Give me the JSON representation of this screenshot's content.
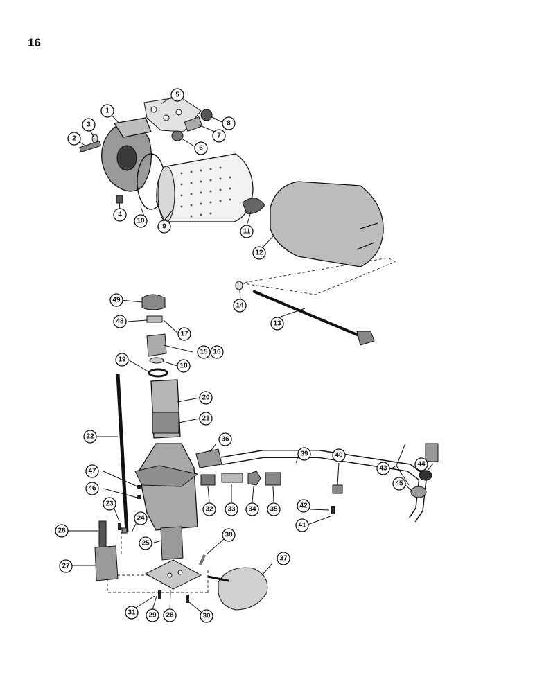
{
  "page": {
    "number": "16"
  },
  "callouts": [
    {
      "id": "c1",
      "label": "1"
    },
    {
      "id": "c2",
      "label": "2"
    },
    {
      "id": "c3",
      "label": "3"
    },
    {
      "id": "c4",
      "label": "4"
    },
    {
      "id": "c5",
      "label": "5"
    },
    {
      "id": "c6",
      "label": "6"
    },
    {
      "id": "c7",
      "label": "7"
    },
    {
      "id": "c8",
      "label": "8"
    },
    {
      "id": "c9",
      "label": "9"
    },
    {
      "id": "c10",
      "label": "10"
    },
    {
      "id": "c11",
      "label": "11"
    },
    {
      "id": "c12",
      "label": "12"
    },
    {
      "id": "c13",
      "label": "13"
    },
    {
      "id": "c14",
      "label": "14"
    },
    {
      "id": "c15",
      "label": "15"
    },
    {
      "id": "c16",
      "label": "16"
    },
    {
      "id": "c17",
      "label": "17"
    },
    {
      "id": "c18",
      "label": "18"
    },
    {
      "id": "c19",
      "label": "19"
    },
    {
      "id": "c20",
      "label": "20"
    },
    {
      "id": "c21",
      "label": "21"
    },
    {
      "id": "c22",
      "label": "22"
    },
    {
      "id": "c23",
      "label": "23"
    },
    {
      "id": "c24",
      "label": "24"
    },
    {
      "id": "c25",
      "label": "25"
    },
    {
      "id": "c26",
      "label": "26"
    },
    {
      "id": "c27",
      "label": "27"
    },
    {
      "id": "c28",
      "label": "28"
    },
    {
      "id": "c29",
      "label": "29"
    },
    {
      "id": "c30",
      "label": "30"
    },
    {
      "id": "c31",
      "label": "31"
    },
    {
      "id": "c32",
      "label": "32"
    },
    {
      "id": "c33",
      "label": "33"
    },
    {
      "id": "c34",
      "label": "34"
    },
    {
      "id": "c35",
      "label": "35"
    },
    {
      "id": "c36",
      "label": "36"
    },
    {
      "id": "c37",
      "label": "37"
    },
    {
      "id": "c38",
      "label": "38"
    },
    {
      "id": "c39",
      "label": "39"
    },
    {
      "id": "c40",
      "label": "40"
    },
    {
      "id": "c41",
      "label": "41"
    },
    {
      "id": "c42",
      "label": "42"
    },
    {
      "id": "c43",
      "label": "43"
    },
    {
      "id": "c44",
      "label": "44"
    },
    {
      "id": "c45",
      "label": "45"
    },
    {
      "id": "c46",
      "label": "46"
    },
    {
      "id": "c47",
      "label": "47"
    },
    {
      "id": "c48",
      "label": "48"
    },
    {
      "id": "c49",
      "label": "49"
    }
  ]
}
